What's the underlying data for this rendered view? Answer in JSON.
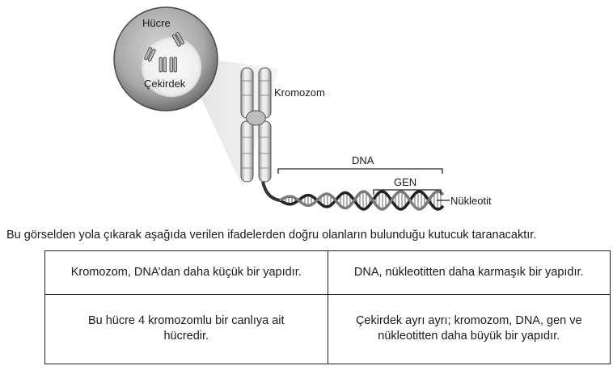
{
  "diagram": {
    "cell_label": "Hücre",
    "nucleus_label": "Çekirdek",
    "chromosome_label": "Kromozom",
    "dna_label": "DNA",
    "gene_label": "GEN",
    "nucleotide_label": "Nükleotit"
  },
  "question": "Bu görselden yola çıkarak aşağıda verilen ifadelerden doğru olanların bulunduğu kutucuk taranacaktır.",
  "statements": [
    "Kromozom, DNA’dan daha küçük bir yapıdır.",
    "DNA, nükleotitten daha karmaşık bir yapıdır.",
    "Bu hücre 4 kromozomlu bir canlıya ait hücredir.",
    "Çekirdek ayrı ayrı; kromozom, DNA, gen ve nükleotitten daha büyük bir yapıdır."
  ]
}
